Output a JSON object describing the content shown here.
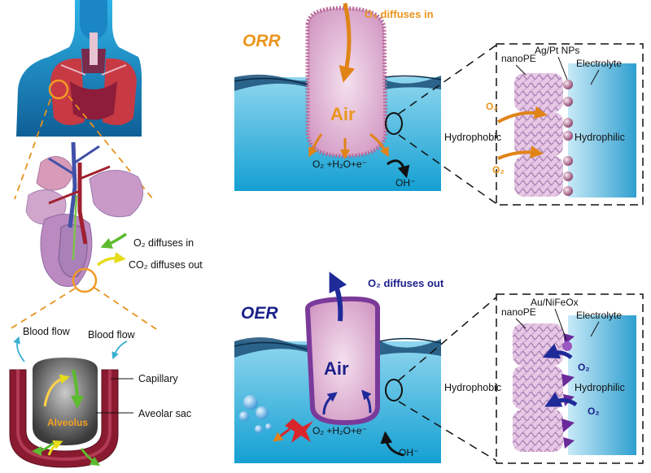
{
  "left": {
    "o2_in": "O₂ diffuses in",
    "co2_out": "CO₂ diffuses out",
    "blood_flow_left": "Blood flow",
    "blood_flow_right": "Blood flow",
    "capillary": "Capillary",
    "sac": "Aveolar sac",
    "alveolus": "Alveolus"
  },
  "orr": {
    "title": "ORR",
    "o2_in": "O₂ diffuses in",
    "air": "Air",
    "reaction": "O₂ +H₂O+e⁻",
    "oh": "OH⁻",
    "inset": {
      "nanope": "nanoPE",
      "np": "Ag/Pt NPs",
      "electrolyte": "Electrolyte",
      "o2_top": "O₂",
      "o2_bottom": "O₂",
      "hydrophobic": "Hydrophobic",
      "hydrophilic": "Hydrophilic"
    }
  },
  "oer": {
    "title": "OER",
    "o2_out": "O₂ diffuses out",
    "air": "Air",
    "reaction": "O₂ +H₂O+e⁻",
    "oh": "OH⁻",
    "inset": {
      "nanope": "nanoPE",
      "np": "Au/NiFeOx",
      "electrolyte": "Electrolyte",
      "o2_top": "O₂",
      "o2_bottom": "O₂",
      "hydrophobic": "Hydrophobic",
      "hydrophilic": "Hydrophilic"
    }
  },
  "colors": {
    "orange": "#e8931e",
    "navy": "#1b1f8a",
    "water": "#29a8d6",
    "lung_red": "#b8242c",
    "green": "#5cbb2e",
    "yellow": "#e8e21e"
  }
}
